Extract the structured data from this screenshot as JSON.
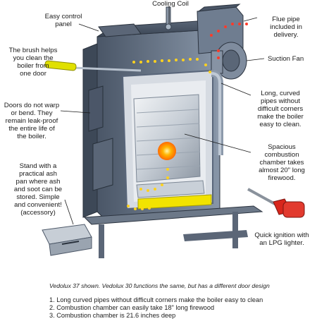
{
  "labels": {
    "cooling_coil": "Cooling Coil",
    "easy_control_panel": "Easy control\npanel",
    "flue_pipe": "Flue pipe\nincluded in\ndelivery.",
    "brush": "The brush helps\nyou clean the\nboiler from\none door",
    "suction_fan": "Suction Fan",
    "curved_pipes": "Long, curved\npipes without\ndifficult corners\nmake the boiler\neasy to clean.",
    "doors": "Doors do not warp\nor bend. They\nremain leak-proof\nthe entire life of\nthe boiler.",
    "combustion_chamber": "Spacious\ncombustion\nchamber takes\nalmost 20\" long\nfirewood.",
    "ash_pan": "Stand with a\npractical ash\npan where ash\nand soot can be\nstored.  Simple\nand convenient!\n(accessory)",
    "ignition": "Quick ignition with\nan LPG lighter."
  },
  "caption": "Vedolux 37 shown.  Vedolux 30 functions the same, but has a different door design",
  "notes": [
    "1. Long curved pipes without difficult corners make the boiler easy to clean",
    "2. Combustion chamber can easily take 18\" long firewood",
    "3. Combustion chamber is 21.6 inches deep"
  ],
  "colors": {
    "body_dark": "#3e4a5a",
    "body_mid": "#6c7a8c",
    "body_light": "#a9b6c4",
    "firebox": "#d8dde4",
    "flame_path": "#ffd21e",
    "flue_dots": "#ff3b2a",
    "fire": "#ff9a00",
    "yellow_strip": "#f2e300",
    "brush_handle": "#e0e000",
    "lighter_red": "#d8261c"
  }
}
